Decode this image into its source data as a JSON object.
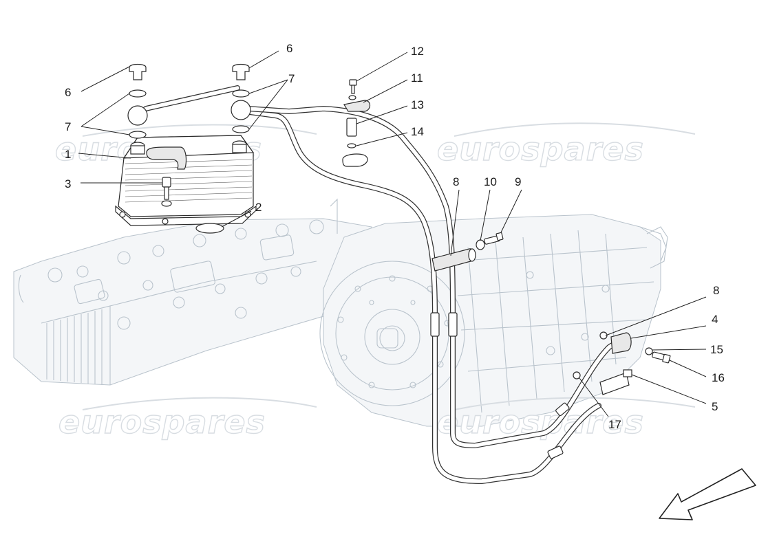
{
  "watermark": {
    "text": "eurospares"
  },
  "callouts": [
    {
      "id": "c1",
      "num": "1"
    },
    {
      "id": "c2",
      "num": "2"
    },
    {
      "id": "c3",
      "num": "3"
    },
    {
      "id": "c4",
      "num": "4"
    },
    {
      "id": "c5",
      "num": "5"
    },
    {
      "id": "c6a",
      "num": "6"
    },
    {
      "id": "c6b",
      "num": "6"
    },
    {
      "id": "c7a",
      "num": "7"
    },
    {
      "id": "c7b",
      "num": "7"
    },
    {
      "id": "c8a",
      "num": "8"
    },
    {
      "id": "c8b",
      "num": "8"
    },
    {
      "id": "c9",
      "num": "9"
    },
    {
      "id": "c10",
      "num": "10"
    },
    {
      "id": "c11",
      "num": "11"
    },
    {
      "id": "c12",
      "num": "12"
    },
    {
      "id": "c13",
      "num": "13"
    },
    {
      "id": "c14",
      "num": "14"
    },
    {
      "id": "c15",
      "num": "15"
    },
    {
      "id": "c16",
      "num": "16"
    },
    {
      "id": "c17",
      "num": "17"
    }
  ],
  "icons": {
    "direction_arrow": "front-direction-arrow-icon"
  }
}
